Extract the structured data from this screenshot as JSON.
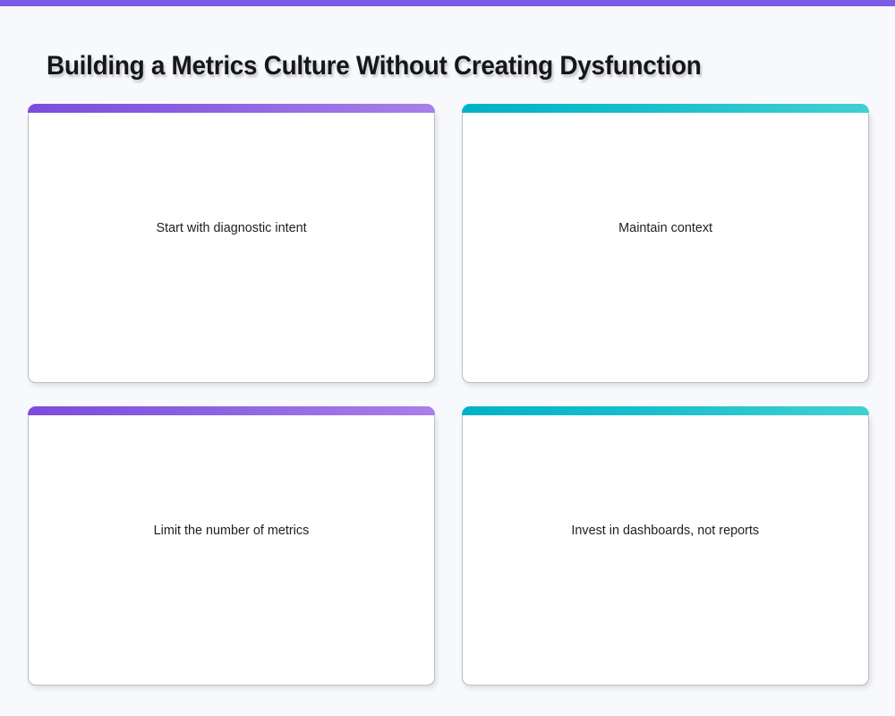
{
  "page": {
    "title": "Building a Metrics Culture Without Creating Dysfunction",
    "background_color": "#f8f9fc"
  },
  "top_bar": {
    "color": "#7c5ce8"
  },
  "cards": [
    {
      "label": "Start with diagnostic intent",
      "accent": "purple",
      "accent_from": "#7c4ddb",
      "accent_to": "#a97fe9"
    },
    {
      "label": "Maintain context",
      "accent": "teal",
      "accent_from": "#00b2c6",
      "accent_to": "#42d0d1"
    },
    {
      "label": "Limit the number of metrics",
      "accent": "purple",
      "accent_from": "#7c4ddb",
      "accent_to": "#a97fe9"
    },
    {
      "label": "Invest in dashboards, not reports",
      "accent": "teal",
      "accent_from": "#00b2c6",
      "accent_to": "#42d0d1"
    }
  ]
}
